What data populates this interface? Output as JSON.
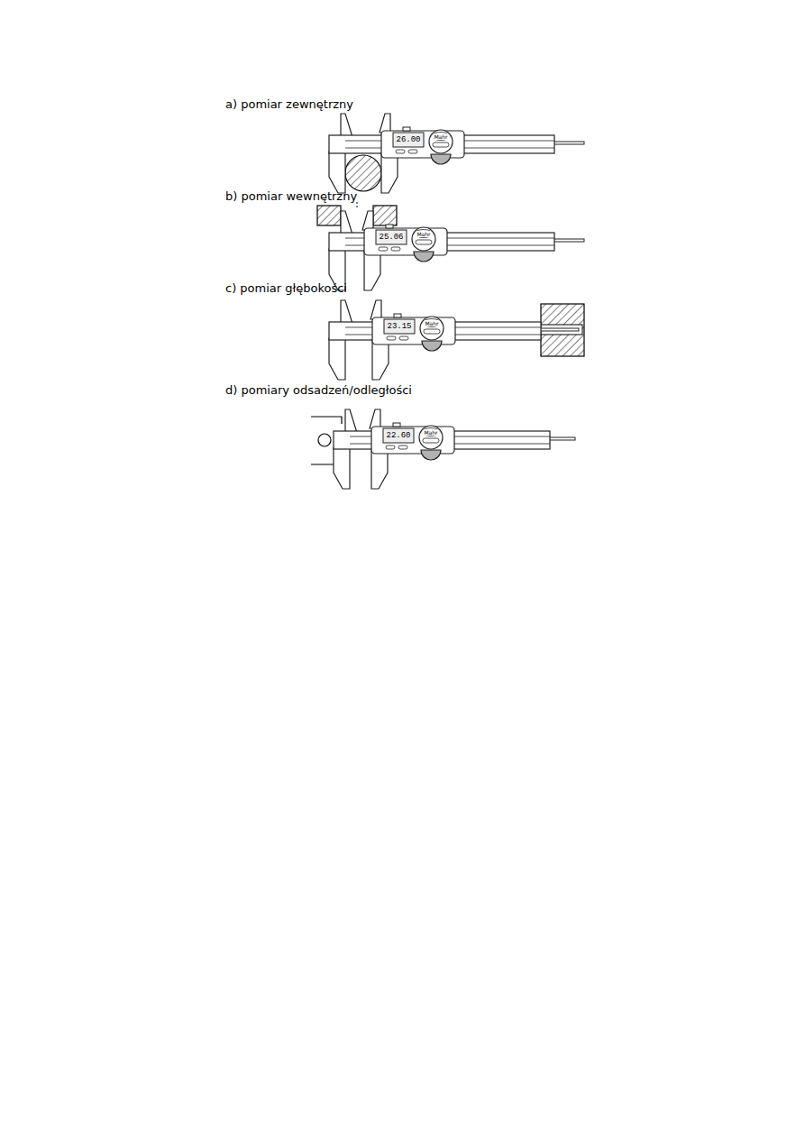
{
  "diagram": {
    "labels": [
      "a) pomiar zewnętrzny",
      "26.00",
      "Mahr",
      "b) pomiar wewnętrzny",
      "25.06",
      "Mahr",
      "c) pomiar głębokości",
      "23.15",
      "Mahr",
      "d) pomiary odsadzeń/odległości",
      "22.60",
      "Mahr"
    ]
  }
}
